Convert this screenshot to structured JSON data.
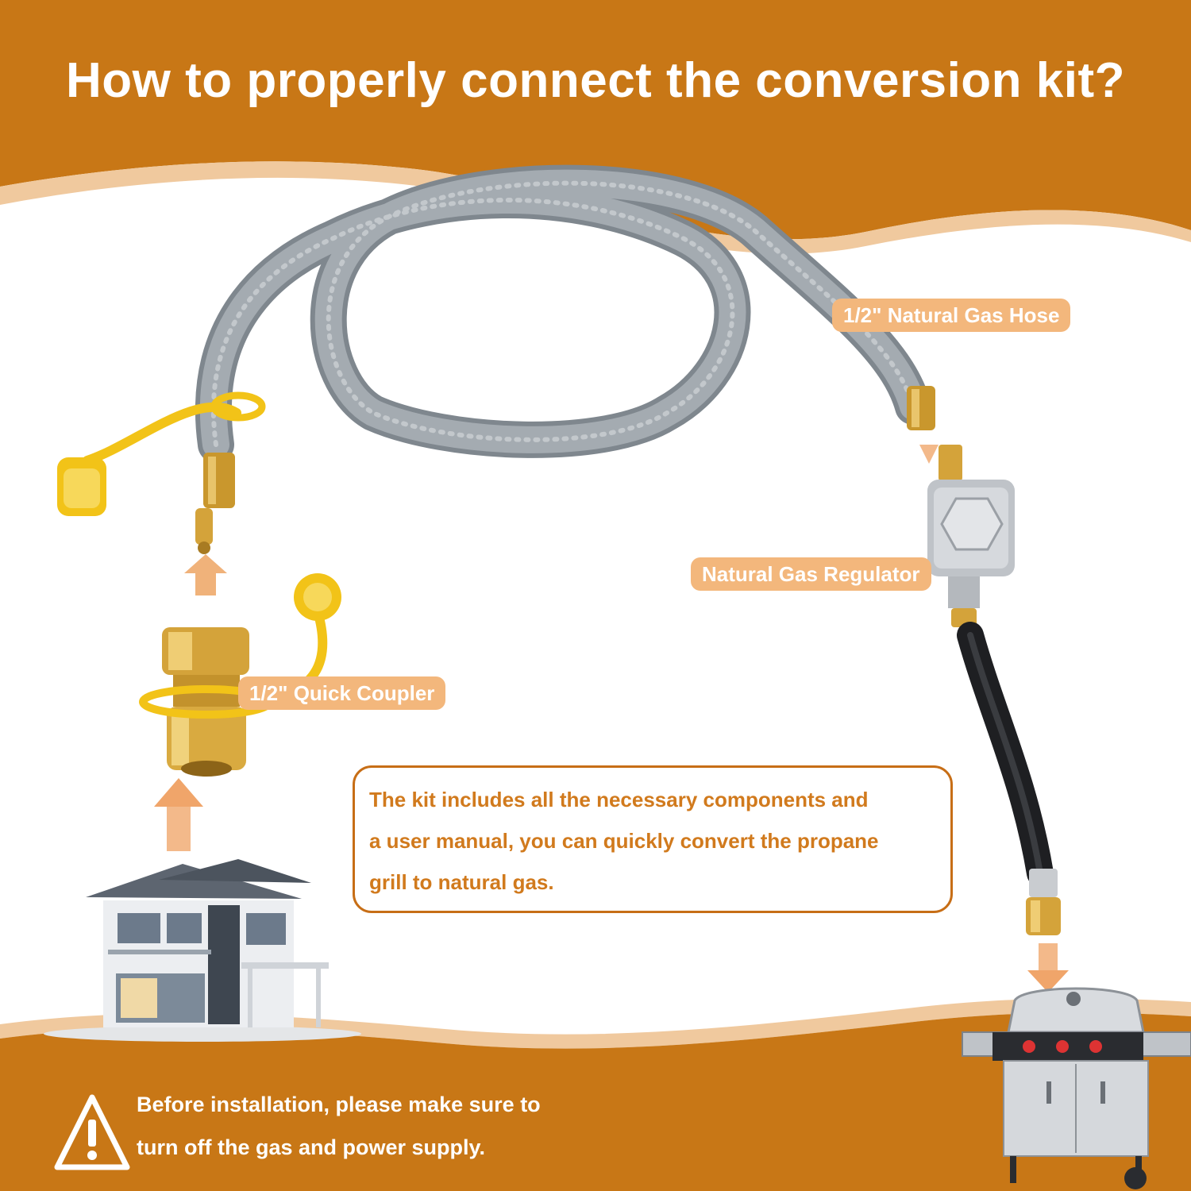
{
  "title": "How to properly connect the conversion kit?",
  "labels": {
    "hose": "1/2\" Natural Gas Hose",
    "regulator": "Natural Gas Regulator",
    "coupler": "1/2\" Quick Coupler"
  },
  "description": {
    "line1": "The kit includes all the necessary components and",
    "line2": "a user manual, you can quickly convert the propane",
    "line3": "grill to natural gas."
  },
  "warning": {
    "icon": "warning-triangle-icon",
    "line1": "Before installation, please make sure to",
    "line2": "turn off the gas and power supply."
  },
  "colors": {
    "brand_orange": "#c87716",
    "label_bg": "#f3b77c",
    "text_orange": "#d17a1d",
    "hose_gray": "#8e969d",
    "brass": "#d4a33a",
    "cap_yellow": "#f2c318"
  }
}
